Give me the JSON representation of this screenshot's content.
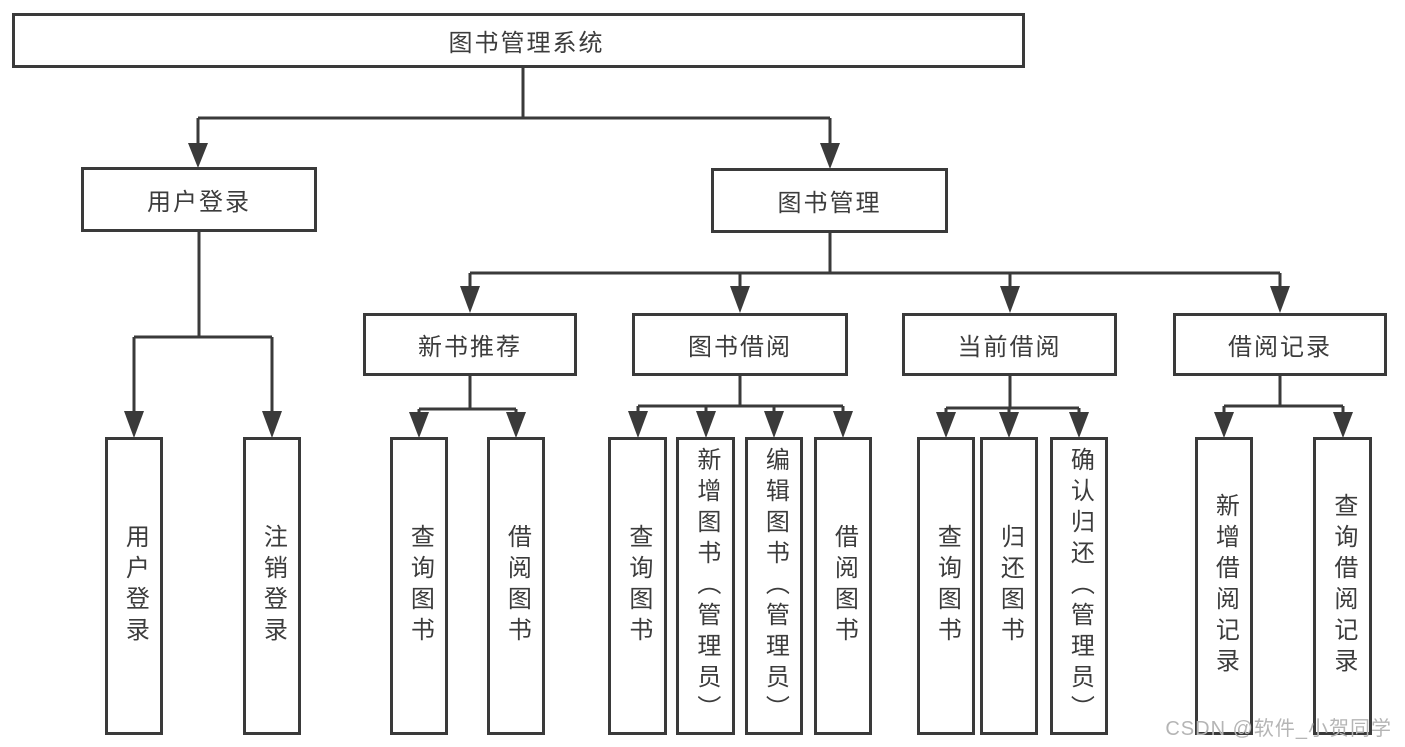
{
  "tree": {
    "label": "图书管理系统",
    "children": [
      {
        "label": "用户登录",
        "children": [
          {
            "label": "用户登录"
          },
          {
            "label": "注销登录"
          }
        ]
      },
      {
        "label": "图书管理",
        "children": [
          {
            "label": "新书推荐",
            "children": [
              {
                "label": "查询图书"
              },
              {
                "label": "借阅图书"
              }
            ]
          },
          {
            "label": "图书借阅",
            "children": [
              {
                "label": "查询图书"
              },
              {
                "label": "新增图书（管理员）"
              },
              {
                "label": "编辑图书（管理员）"
              },
              {
                "label": "借阅图书"
              }
            ]
          },
          {
            "label": "当前借阅",
            "children": [
              {
                "label": "查询图书"
              },
              {
                "label": "归还图书"
              },
              {
                "label": "确认归还（管理员）"
              }
            ]
          },
          {
            "label": "借阅记录",
            "children": [
              {
                "label": "新增借阅记录"
              },
              {
                "label": "查询借阅记录"
              }
            ]
          }
        ]
      }
    ]
  },
  "watermark": {
    "text": "CSDN @软件_小贺同学"
  },
  "colors": {
    "line": "#3a3a3a",
    "text": "#3c3c3c",
    "watermark": "#b5b5b5",
    "background": "#ffffff"
  }
}
